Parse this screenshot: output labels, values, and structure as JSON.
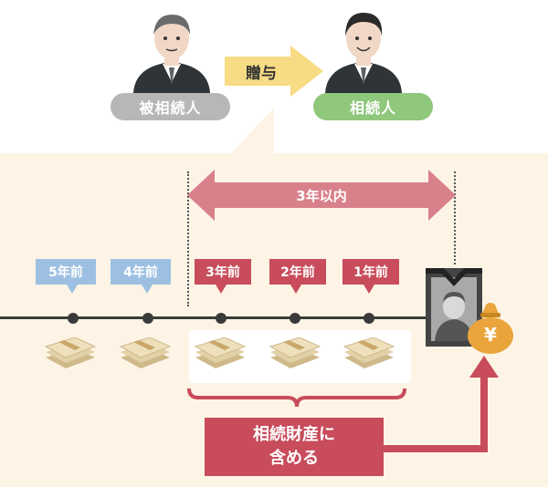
{
  "top": {
    "giver_label": "被相続人",
    "arrow_label": "贈与",
    "receiver_label": "相続人"
  },
  "range": {
    "label": "3年以内"
  },
  "timeline": {
    "flags": [
      {
        "label": "5年前",
        "color": "blue"
      },
      {
        "label": "4年前",
        "color": "blue"
      },
      {
        "label": "3年前",
        "color": "red"
      },
      {
        "label": "2年前",
        "color": "red"
      },
      {
        "label": "1年前",
        "color": "red"
      }
    ],
    "bag_symbol": "¥"
  },
  "include": {
    "line1": "相続財産に",
    "line2": "含める"
  },
  "colors": {
    "red": "#c84c5b",
    "blue": "#9dc0e2",
    "green": "#8fc77c",
    "grey": "#b7b7b7",
    "yellow_arrow": "#f7dc85",
    "panel": "#fdf4e6",
    "bag": "#e9a53c"
  }
}
